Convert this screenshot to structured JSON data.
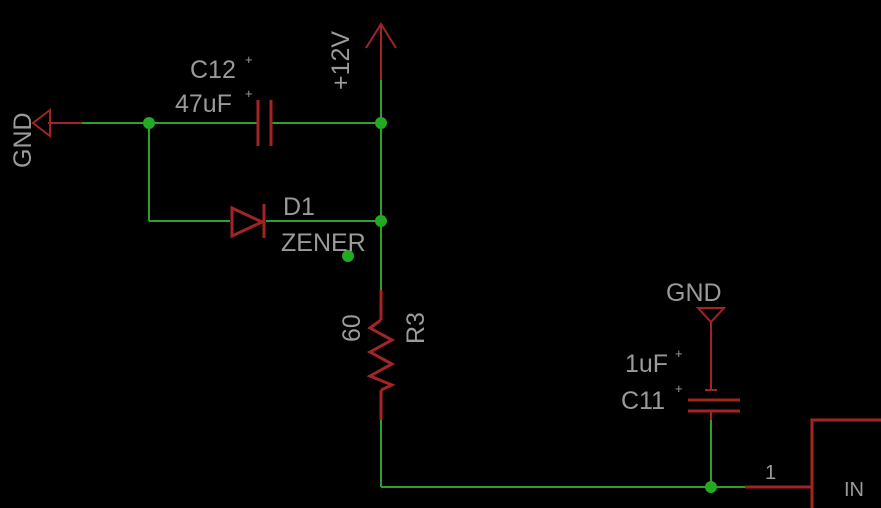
{
  "schematic": {
    "power": {
      "vcc_label": "+12V",
      "gnd_left_label": "GND",
      "gnd_right_label": "GND"
    },
    "c12": {
      "name": "C12",
      "value": "47uF",
      "plus": "+"
    },
    "d1": {
      "name": "D1",
      "value": "ZENER"
    },
    "r3": {
      "name": "R3",
      "value": "60"
    },
    "c11": {
      "name": "C11",
      "value": "1uF",
      "plus": "+"
    },
    "connector": {
      "pin_number": "1",
      "pin_name": "IN"
    }
  }
}
